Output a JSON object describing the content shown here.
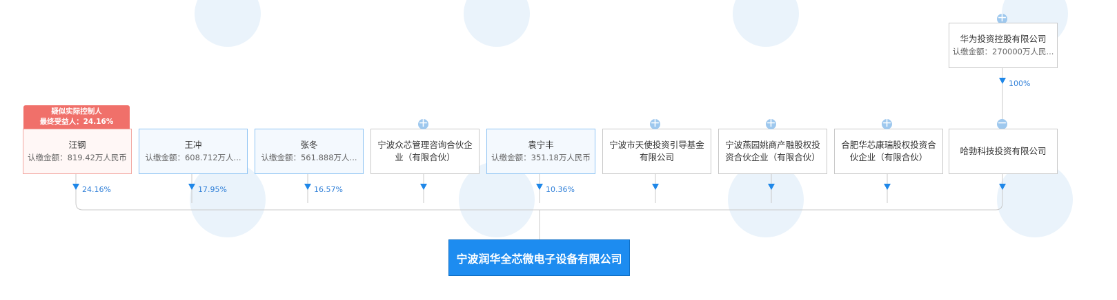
{
  "controller_badge": {
    "line1": "疑似实际控制人",
    "line2": "最终受益人：24.16%"
  },
  "top_holder": {
    "name": "华为投资控股有限公司",
    "amount": "认缴金额：270000万人民...",
    "percent": "100%"
  },
  "shareholders": [
    {
      "name": "汪钢",
      "amount": "认缴金额：819.42万人民币",
      "percent": "24.16%",
      "kind": "controller"
    },
    {
      "name": "王冲",
      "amount": "认缴金额：608.712万人...",
      "percent": "17.95%",
      "kind": "person"
    },
    {
      "name": "张冬",
      "amount": "认缴金额：561.888万人...",
      "percent": "16.57%",
      "kind": "person"
    },
    {
      "name": "宁波众芯管理咨询合伙企业（有限合伙）",
      "amount": "",
      "percent": "",
      "kind": "company"
    },
    {
      "name": "袁宁丰",
      "amount": "认缴金额：351.18万人民币",
      "percent": "10.36%",
      "kind": "person"
    },
    {
      "name": "宁波市天使投资引导基金有限公司",
      "amount": "",
      "percent": "",
      "kind": "company"
    },
    {
      "name": "宁波燕园姚商产融股权投资合伙企业（有限合伙）",
      "amount": "",
      "percent": "",
      "kind": "company"
    },
    {
      "name": "合肥华芯康瑞股权投资合伙企业（有限合伙）",
      "amount": "",
      "percent": "",
      "kind": "company"
    },
    {
      "name": "哈勃科技投资有限公司",
      "amount": "",
      "percent": "",
      "kind": "company"
    }
  ],
  "target_company": "宁波润华全芯微电子设备有限公司",
  "icons": {
    "expand": "＋",
    "collapse": "－"
  },
  "colors": {
    "arrow": "#1f87e8",
    "controller_badge": "#f0706a",
    "target": "#1d8cf0",
    "percent_text": "#2f7fd8"
  }
}
